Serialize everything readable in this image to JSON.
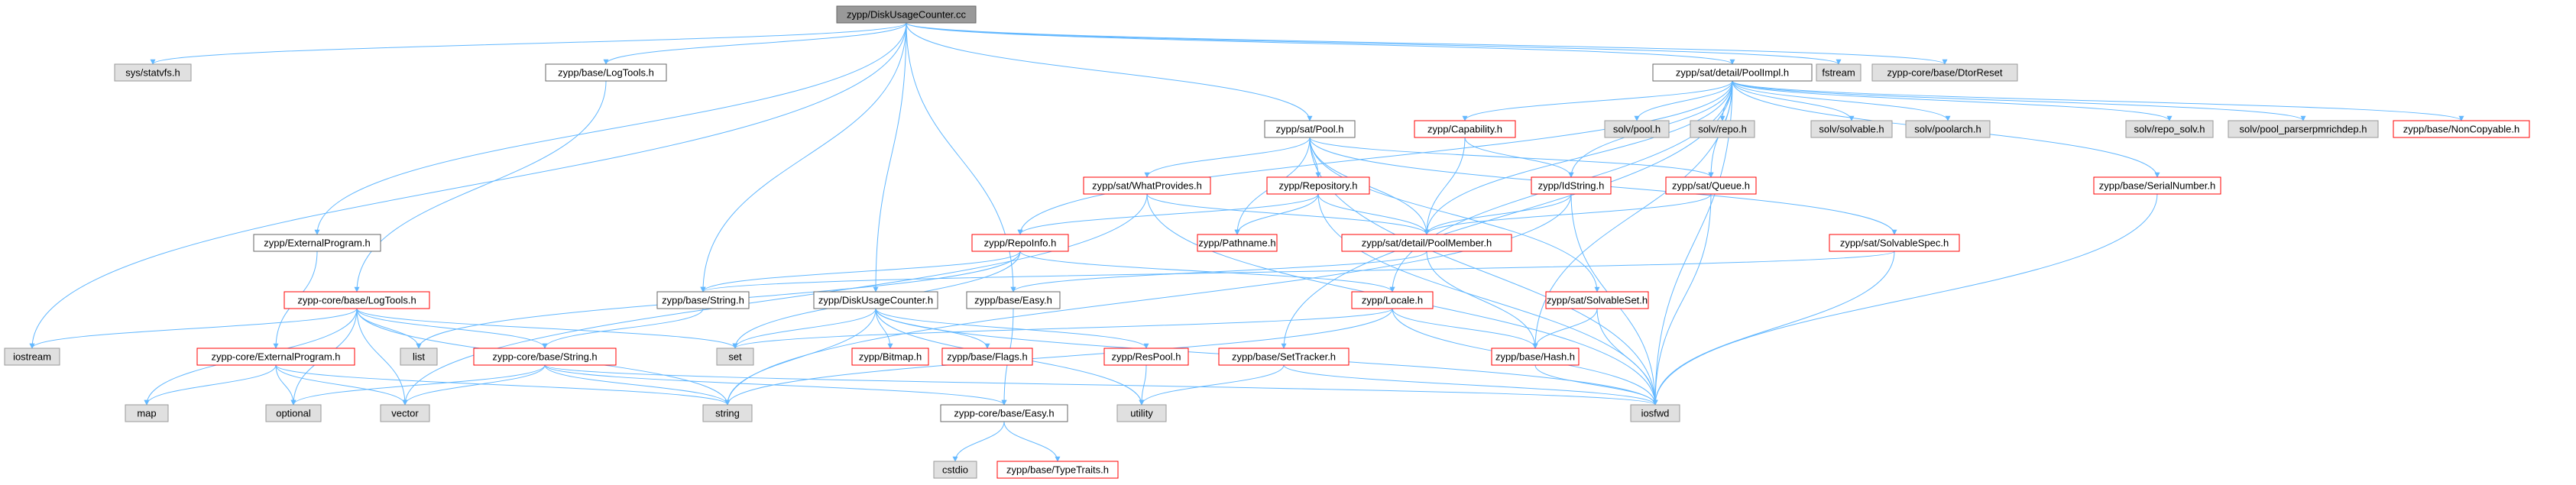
{
  "colors": {
    "edge": "#63b8ff",
    "root_fill": "#999999",
    "root_stroke": "#666666",
    "internal_stroke": "#666666",
    "missing_stroke": "#ff0000",
    "external_fill": "#e0e0e0",
    "external_stroke": "#999999"
  },
  "nodes": [
    {
      "id": "n0",
      "label": "zypp/DiskUsageCounter.cc",
      "kind": "root"
    },
    {
      "id": "n1",
      "label": "sys/statvfs.h",
      "kind": "external"
    },
    {
      "id": "n2",
      "label": "zypp/base/LogTools.h",
      "kind": "internal"
    },
    {
      "id": "n3",
      "label": "zypp/sat/detail/PoolImpl.h",
      "kind": "internal"
    },
    {
      "id": "n4",
      "label": "fstream",
      "kind": "external"
    },
    {
      "id": "n5",
      "label": "zypp-core/base/DtorReset",
      "kind": "external"
    },
    {
      "id": "n6",
      "label": "solv/pool.h",
      "kind": "external"
    },
    {
      "id": "n7",
      "label": "solv/repo.h",
      "kind": "external"
    },
    {
      "id": "n8",
      "label": "solv/solvable.h",
      "kind": "external"
    },
    {
      "id": "n9",
      "label": "solv/poolarch.h",
      "kind": "external"
    },
    {
      "id": "n10",
      "label": "solv/repo_solv.h",
      "kind": "external"
    },
    {
      "id": "n11",
      "label": "solv/pool_parserpmrichdep.h",
      "kind": "external"
    },
    {
      "id": "n12",
      "label": "zypp/base/NonCopyable.h",
      "kind": "missing"
    },
    {
      "id": "n13",
      "label": "zypp/Capability.h",
      "kind": "missing"
    },
    {
      "id": "n14",
      "label": "zypp/sat/Pool.h",
      "kind": "internal"
    },
    {
      "id": "n15",
      "label": "zypp/sat/WhatProvides.h",
      "kind": "missing"
    },
    {
      "id": "n16",
      "label": "zypp/Repository.h",
      "kind": "missing"
    },
    {
      "id": "n17",
      "label": "zypp/IdString.h",
      "kind": "missing"
    },
    {
      "id": "n18",
      "label": "zypp/sat/Queue.h",
      "kind": "missing"
    },
    {
      "id": "n19",
      "label": "zypp/base/SerialNumber.h",
      "kind": "missing"
    },
    {
      "id": "n20",
      "label": "zypp/RepoInfo.h",
      "kind": "missing"
    },
    {
      "id": "n21",
      "label": "zypp/Pathname.h",
      "kind": "missing"
    },
    {
      "id": "n22",
      "label": "zypp/sat/detail/PoolMember.h",
      "kind": "missing"
    },
    {
      "id": "n23",
      "label": "zypp/sat/SolvableSpec.h",
      "kind": "missing"
    },
    {
      "id": "n24",
      "label": "zypp/ExternalProgram.h",
      "kind": "internal"
    },
    {
      "id": "n25",
      "label": "zypp-core/base/LogTools.h",
      "kind": "missing"
    },
    {
      "id": "n26",
      "label": "zypp/base/String.h",
      "kind": "internal"
    },
    {
      "id": "n27",
      "label": "zypp/DiskUsageCounter.h",
      "kind": "internal"
    },
    {
      "id": "n28",
      "label": "zypp/base/Easy.h",
      "kind": "internal"
    },
    {
      "id": "n29",
      "label": "zypp/Locale.h",
      "kind": "missing"
    },
    {
      "id": "n30",
      "label": "zypp/sat/SolvableSet.h",
      "kind": "missing"
    },
    {
      "id": "n31",
      "label": "iostream",
      "kind": "external"
    },
    {
      "id": "n32",
      "label": "list",
      "kind": "external"
    },
    {
      "id": "n33",
      "label": "zypp-core/base/String.h",
      "kind": "missing"
    },
    {
      "id": "n34",
      "label": "set",
      "kind": "external"
    },
    {
      "id": "n35",
      "label": "zypp/Bitmap.h",
      "kind": "missing"
    },
    {
      "id": "n36",
      "label": "zypp/base/Flags.h",
      "kind": "missing"
    },
    {
      "id": "n37",
      "label": "zypp/ResPool.h",
      "kind": "missing"
    },
    {
      "id": "n38",
      "label": "zypp/base/SetTracker.h",
      "kind": "missing"
    },
    {
      "id": "n39",
      "label": "zypp/base/Hash.h",
      "kind": "missing"
    },
    {
      "id": "n40",
      "label": "zypp-core/ExternalProgram.h",
      "kind": "missing"
    },
    {
      "id": "n41",
      "label": "map",
      "kind": "external"
    },
    {
      "id": "n42",
      "label": "optional",
      "kind": "external"
    },
    {
      "id": "n43",
      "label": "vector",
      "kind": "external"
    },
    {
      "id": "n44",
      "label": "string",
      "kind": "external"
    },
    {
      "id": "n45",
      "label": "utility",
      "kind": "external"
    },
    {
      "id": "n46",
      "label": "iosfwd",
      "kind": "external"
    },
    {
      "id": "n47",
      "label": "zypp-core/base/Easy.h",
      "kind": "internal"
    },
    {
      "id": "n48",
      "label": "cstdio",
      "kind": "external"
    },
    {
      "id": "n49",
      "label": "zypp/base/TypeTraits.h",
      "kind": "missing"
    }
  ],
  "edges": [
    [
      "n0",
      "n1"
    ],
    [
      "n0",
      "n2"
    ],
    [
      "n0",
      "n3"
    ],
    [
      "n0",
      "n4"
    ],
    [
      "n0",
      "n5"
    ],
    [
      "n0",
      "n14"
    ],
    [
      "n0",
      "n24"
    ],
    [
      "n0",
      "n26"
    ],
    [
      "n0",
      "n27"
    ],
    [
      "n0",
      "n28"
    ],
    [
      "n0",
      "n31"
    ],
    [
      "n2",
      "n25"
    ],
    [
      "n3",
      "n6"
    ],
    [
      "n3",
      "n7"
    ],
    [
      "n3",
      "n8"
    ],
    [
      "n3",
      "n9"
    ],
    [
      "n3",
      "n10"
    ],
    [
      "n3",
      "n11"
    ],
    [
      "n3",
      "n12"
    ],
    [
      "n3",
      "n13"
    ],
    [
      "n3",
      "n17"
    ],
    [
      "n3",
      "n18"
    ],
    [
      "n3",
      "n19"
    ],
    [
      "n3",
      "n20"
    ],
    [
      "n3",
      "n22"
    ],
    [
      "n3",
      "n29"
    ],
    [
      "n3",
      "n38"
    ],
    [
      "n3",
      "n39"
    ],
    [
      "n3",
      "n46"
    ],
    [
      "n13",
      "n22"
    ],
    [
      "n13",
      "n17"
    ],
    [
      "n14",
      "n15"
    ],
    [
      "n14",
      "n16"
    ],
    [
      "n14",
      "n21"
    ],
    [
      "n14",
      "n22"
    ],
    [
      "n14",
      "n18"
    ],
    [
      "n14",
      "n23"
    ],
    [
      "n14",
      "n30"
    ],
    [
      "n14",
      "n46"
    ],
    [
      "n15",
      "n22"
    ],
    [
      "n15",
      "n43"
    ],
    [
      "n15",
      "n46"
    ],
    [
      "n16",
      "n20"
    ],
    [
      "n16",
      "n21"
    ],
    [
      "n16",
      "n22"
    ],
    [
      "n16",
      "n46"
    ],
    [
      "n17",
      "n22"
    ],
    [
      "n17",
      "n44"
    ],
    [
      "n17",
      "n46"
    ],
    [
      "n18",
      "n22"
    ],
    [
      "n18",
      "n46"
    ],
    [
      "n19",
      "n46"
    ],
    [
      "n20",
      "n26"
    ],
    [
      "n20",
      "n29"
    ],
    [
      "n20",
      "n32"
    ],
    [
      "n20",
      "n34"
    ],
    [
      "n22",
      "n28"
    ],
    [
      "n22",
      "n39"
    ],
    [
      "n23",
      "n26"
    ],
    [
      "n23",
      "n46"
    ],
    [
      "n24",
      "n40"
    ],
    [
      "n25",
      "n31"
    ],
    [
      "n25",
      "n32"
    ],
    [
      "n25",
      "n34"
    ],
    [
      "n25",
      "n33"
    ],
    [
      "n25",
      "n41"
    ],
    [
      "n25",
      "n42"
    ],
    [
      "n25",
      "n43"
    ],
    [
      "n25",
      "n44"
    ],
    [
      "n26",
      "n33"
    ],
    [
      "n27",
      "n35"
    ],
    [
      "n27",
      "n36"
    ],
    [
      "n27",
      "n37"
    ],
    [
      "n27",
      "n34"
    ],
    [
      "n27",
      "n44"
    ],
    [
      "n27",
      "n45"
    ],
    [
      "n27",
      "n46"
    ],
    [
      "n28",
      "n47"
    ],
    [
      "n29",
      "n44"
    ],
    [
      "n29",
      "n34"
    ],
    [
      "n29",
      "n39"
    ],
    [
      "n29",
      "n46"
    ],
    [
      "n30",
      "n39"
    ],
    [
      "n30",
      "n46"
    ],
    [
      "n33",
      "n42"
    ],
    [
      "n33",
      "n43"
    ],
    [
      "n33",
      "n44"
    ],
    [
      "n33",
      "n46"
    ],
    [
      "n33",
      "n47"
    ],
    [
      "n37",
      "n45"
    ],
    [
      "n38",
      "n45"
    ],
    [
      "n38",
      "n46"
    ],
    [
      "n39",
      "n46"
    ],
    [
      "n40",
      "n41"
    ],
    [
      "n40",
      "n42"
    ],
    [
      "n40",
      "n43"
    ],
    [
      "n40",
      "n44"
    ],
    [
      "n47",
      "n48"
    ],
    [
      "n47",
      "n49"
    ]
  ]
}
